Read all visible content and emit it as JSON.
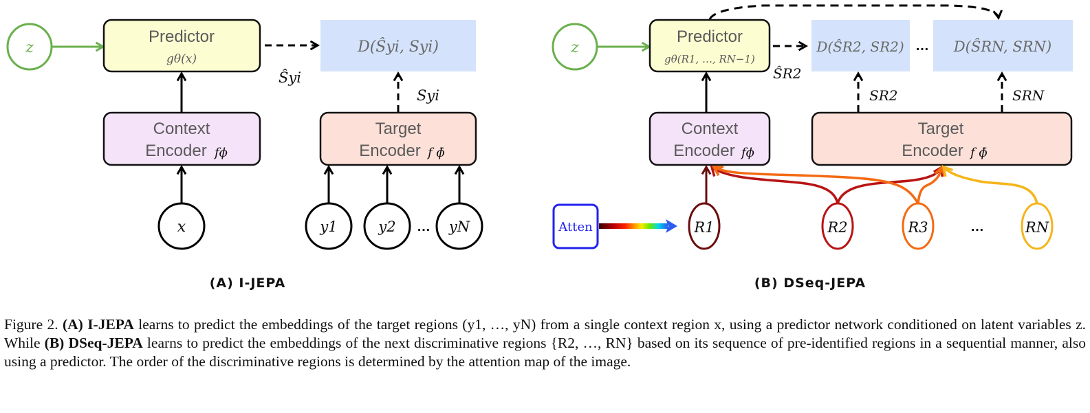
{
  "panel_a": {
    "subtitle": "(A) I-JEPA",
    "latent": "z",
    "predictor": {
      "title": "Predictor",
      "formula": "gθ(x)"
    },
    "context_encoder": {
      "line1": "Context",
      "line2": "Encoder",
      "symbol": "fϕ"
    },
    "target_encoder": {
      "line1": "Target",
      "line2": "Encoder",
      "symbol": "f ϕ̄"
    },
    "distance": "D(Ŝyi, Syi)",
    "pred_label": "Ŝyi",
    "target_label": "Syi",
    "context_input": "x",
    "target_inputs": [
      "y1",
      "y2",
      "yN"
    ],
    "ellipsis": "…"
  },
  "panel_b": {
    "subtitle": "(B) DSeq-JEPA",
    "latent": "z",
    "predictor": {
      "title": "Predictor",
      "formula": "gθ(R1, …, RN−1)"
    },
    "context_encoder": {
      "line1": "Context",
      "line2": "Encoder",
      "symbol": "fϕ"
    },
    "target_encoder": {
      "line1": "Target",
      "line2": "Encoder",
      "symbol": "f ϕ̄"
    },
    "distances": [
      "D(ŜR2, SR2)",
      "D(ŜRN, SRN)"
    ],
    "pred_label": "ŜR2",
    "target_labels": [
      "SR2",
      "SRN"
    ],
    "attention_box": "Atten",
    "regions": [
      "R1",
      "R2",
      "R3",
      "RN"
    ],
    "ellipsis": "…"
  },
  "colors": {
    "latent_green": "#6ab04c",
    "predictor_fill": "#fdfdd2",
    "context_fill": "#f5e3f9",
    "target_fill": "#fde0d8",
    "distance_fill": "#d4e3fb",
    "attention_blue": "#2222ee",
    "r1": "#6b0c0c",
    "r2": "#b81414",
    "r3": "#f46a12",
    "rN": "#f5b51a"
  },
  "caption": {
    "figure_label": "Figure 2.",
    "a_tag": "(A)",
    "a_name": "I-JEPA",
    "text_1": " learns to predict the embeddings of the target regions (y1, …, yN) from a single context region x, using a predictor network conditioned on latent variables z. While ",
    "b_tag": "(B)",
    "b_name": "DSeq-JEPA",
    "text_2": " learns to predict the embeddings of the next discriminative regions {R2, …, RN} based on its sequence of pre-identified regions in a sequential manner, also using a predictor.  The order of the discriminative regions is determined by the attention map of the image."
  }
}
